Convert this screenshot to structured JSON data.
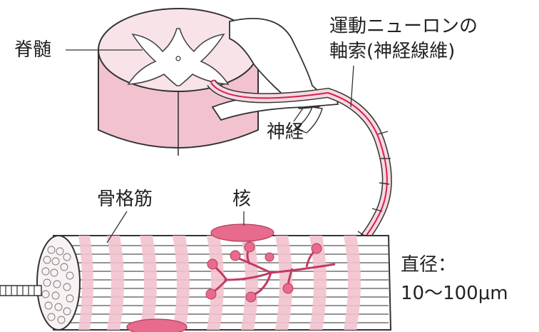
{
  "labels": {
    "spinal_cord": "脊髄",
    "motor_neuron_line1": "運動ニューロンの",
    "motor_neuron_line2": "軸索(神経線維)",
    "nerve": "神経",
    "skeletal_muscle": "骨格筋",
    "nucleus": "核",
    "diameter_line1": "直径：",
    "diameter_line2": "10〜100μm"
  },
  "colors": {
    "pink": "#f2c3cf",
    "pink_dark": "#e86a8c",
    "red_axon": "#d62050",
    "outline": "#333333"
  }
}
